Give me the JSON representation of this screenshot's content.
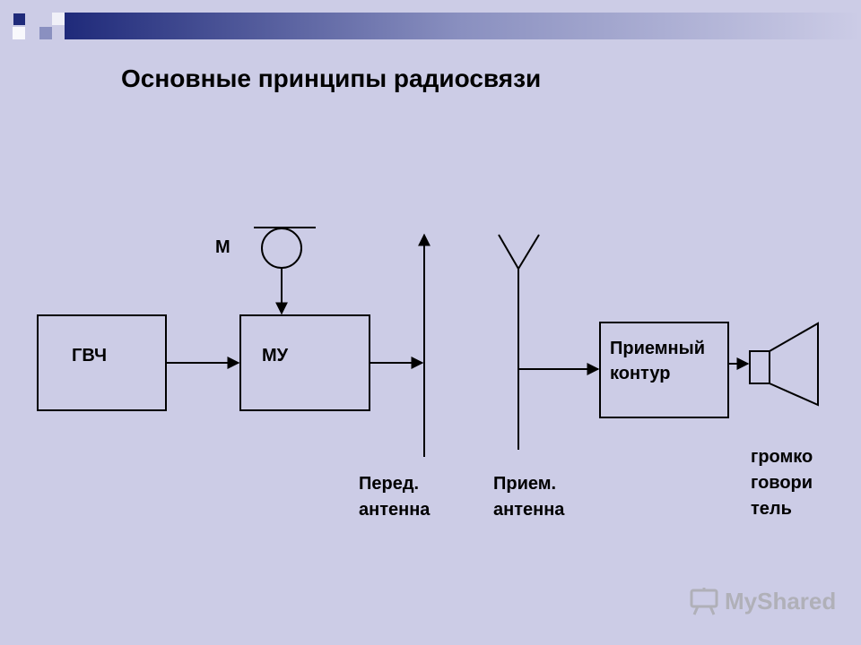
{
  "title": "Основные принципы радиосвязи",
  "colors": {
    "background": "#cccce6",
    "stroke": "#000000",
    "accent_dark": "#1f2a7a",
    "watermark": "#b0b0b8"
  },
  "blocks": {
    "gvch": "ГВЧ",
    "mu": "МУ",
    "receiver_line1": "Приемный",
    "receiver_line2": "контур"
  },
  "labels": {
    "microphone": "М",
    "tx_antenna_line1": "Перед.",
    "tx_antenna_line2": "антенна",
    "rx_antenna_line1": "Прием.",
    "rx_antenna_line2": "антенна",
    "speaker_line1": "громко",
    "speaker_line2": "говори",
    "speaker_line3": "тель"
  },
  "watermark": {
    "text": "MyShared",
    "icon": "presentation-board-icon"
  }
}
